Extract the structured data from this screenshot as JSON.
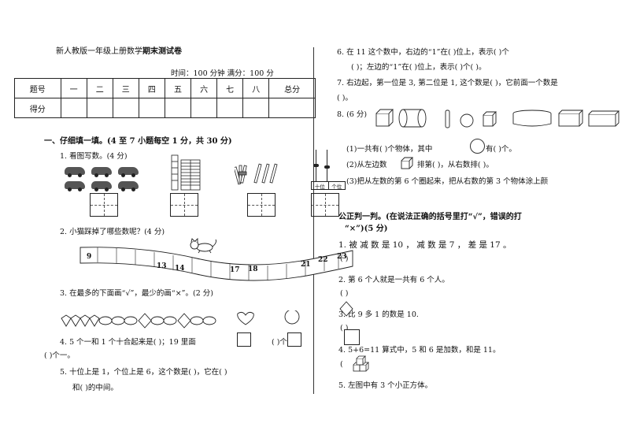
{
  "header": {
    "title_prefix": "新人教版一年级上册数学",
    "title_bold": "期末测试卷",
    "time_line": "时间：100 分钟  满分：100 分"
  },
  "score_table": {
    "row1": [
      "题号",
      "一",
      "二",
      "三",
      "四",
      "五",
      "六",
      "七",
      "八",
      "总分"
    ],
    "row2_label": "得分"
  },
  "left": {
    "section1": "一、仔细填一填。(4 至 7 小题每空 1 分，共 30 分)",
    "q1": "1. 看图写数。(4 分)",
    "q2": "2. 小猫踩掉了哪些数呢？(4 分)",
    "track_numbers": [
      "9",
      "13",
      "14",
      "17",
      "18",
      "21",
      "22",
      "23"
    ],
    "q3": "3. 在最多的下面画“√”，最少的画“×”。(2 分)",
    "q4a": "4. 5 个一和 1 个十合起来是(     )；19 里面",
    "q4b": "(    )个",
    "q4c": "(    )个一。",
    "q5a": "5. 十位上是 1，个位上是 6，这个数是(       )，它在(       )",
    "q5b": "和(       )的中间。",
    "abacus_labels": [
      "十位",
      "个位"
    ]
  },
  "right": {
    "q6a": "6. 在 11 这个数中，右边的“1”在(      )位上，表示(      )个",
    "q6b": "(      )；左边的“1”在(      )位上，表示(      )个(      )。",
    "q7a": "7. 右边起，第一位是 3, 第二位是 1, 这个数是(     )，它前面一个数是",
    "q7b": "(      )。",
    "q8": "8. (6 分)",
    "q8_1": "(1)一共有(      )个物体，其中",
    "q8_1b": "有(      )个。",
    "q8_2": "(2)从左边数",
    "q8_2b": "排第(      )，从右数排(      )。",
    "q8_3": "(3)把从左数的第 6 个圈起来，把从右数的第 3 个物体涂上颜",
    "section2a": "公正判一判。(在说法正确的括号里打“√”，错误的打",
    "section2b": "“×”)(5 分)",
    "j1": "1. 被 减 数 是 10 ， 减 数 是 7 ， 差 是 17 。",
    "j1p": "(       )",
    "j2": "2. 第 6 个人就是一共有 6 个人。",
    "j2p": "(       )",
    "j3": "3. 比 9 多 1 的数是 10.",
    "j3p": "(       )",
    "j4": "4. 5+6=11 算式中，5 和 6 是加数，和是 11。",
    "j4p": "(",
    "j5": "5.          左图中有 3 个小正方体。"
  }
}
